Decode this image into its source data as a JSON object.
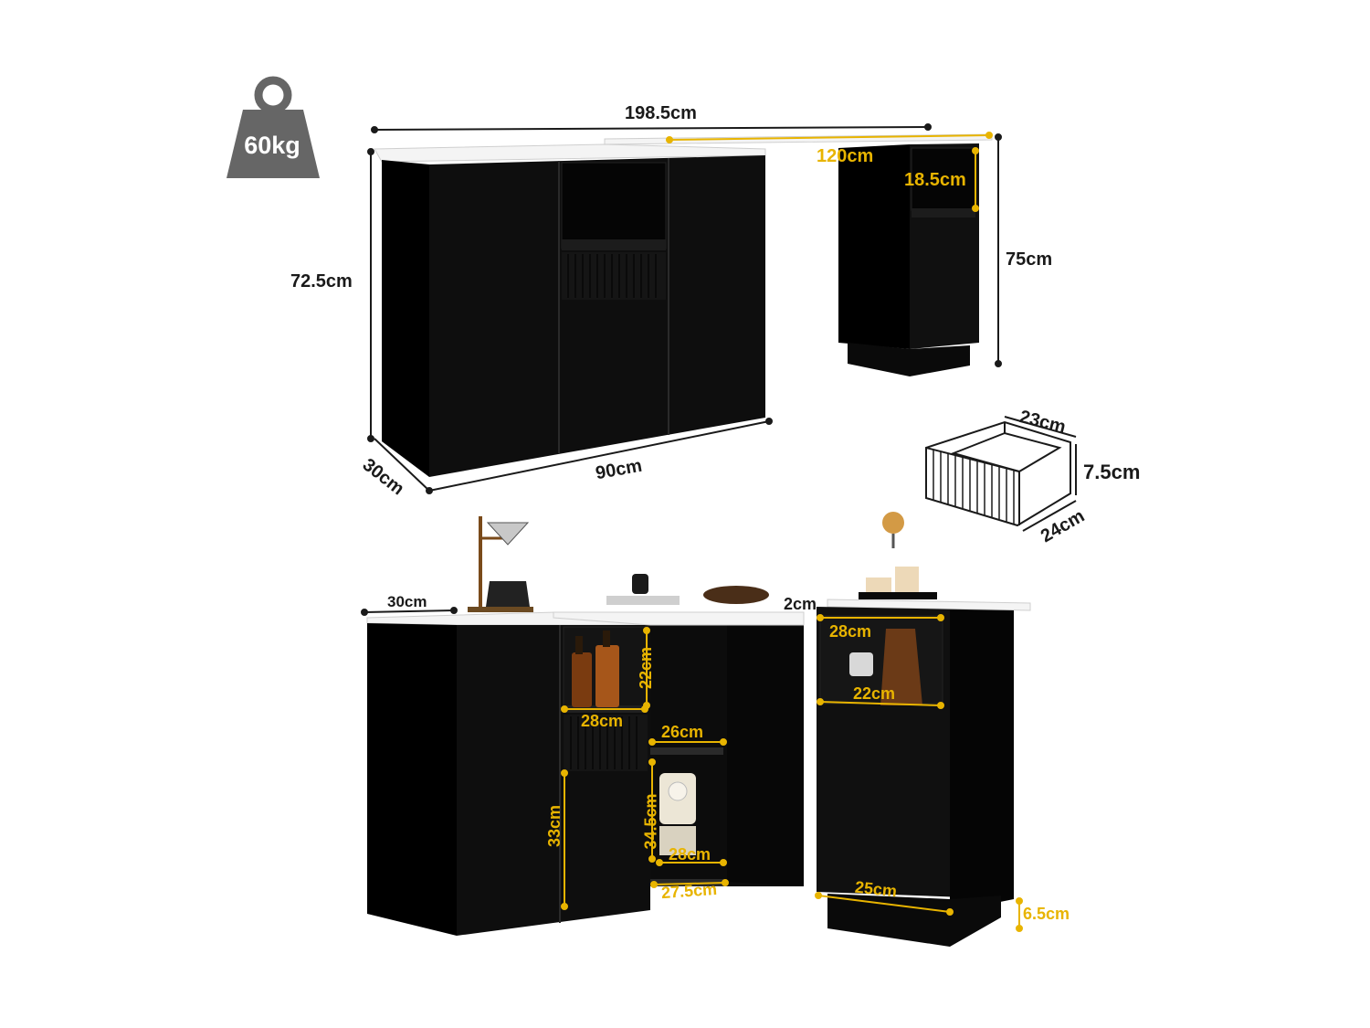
{
  "weight": {
    "label": "60kg",
    "icon": "weight-icon"
  },
  "colors": {
    "cabinet": "#0d0d0d",
    "top": "#f2f2f2",
    "accent": "#e8b400",
    "dim_line": "#1a1a1a"
  },
  "top_view": {
    "total_width": "198.5cm",
    "extension_top": "120cm",
    "niche_height": "18.5cm",
    "left_height": "72.5cm",
    "right_height": "75cm",
    "depth": "30cm",
    "width": "90cm"
  },
  "drawer": {
    "width": "23cm",
    "height": "7.5cm",
    "depth": "24cm"
  },
  "bottom_view": {
    "depth": "30cm",
    "gap": "2cm",
    "right_niche_width": "28cm",
    "right_niche_depth": "22cm",
    "left_niche_height": "22cm",
    "left_niche_width": "28cm",
    "shelf_width": "26cm",
    "left_door_height": "33cm",
    "inner_height": "34.5cm",
    "inner_width": "28cm",
    "inner_depth": "27.5cm",
    "right_base_width": "25cm",
    "plinth_height": "6.5cm"
  }
}
